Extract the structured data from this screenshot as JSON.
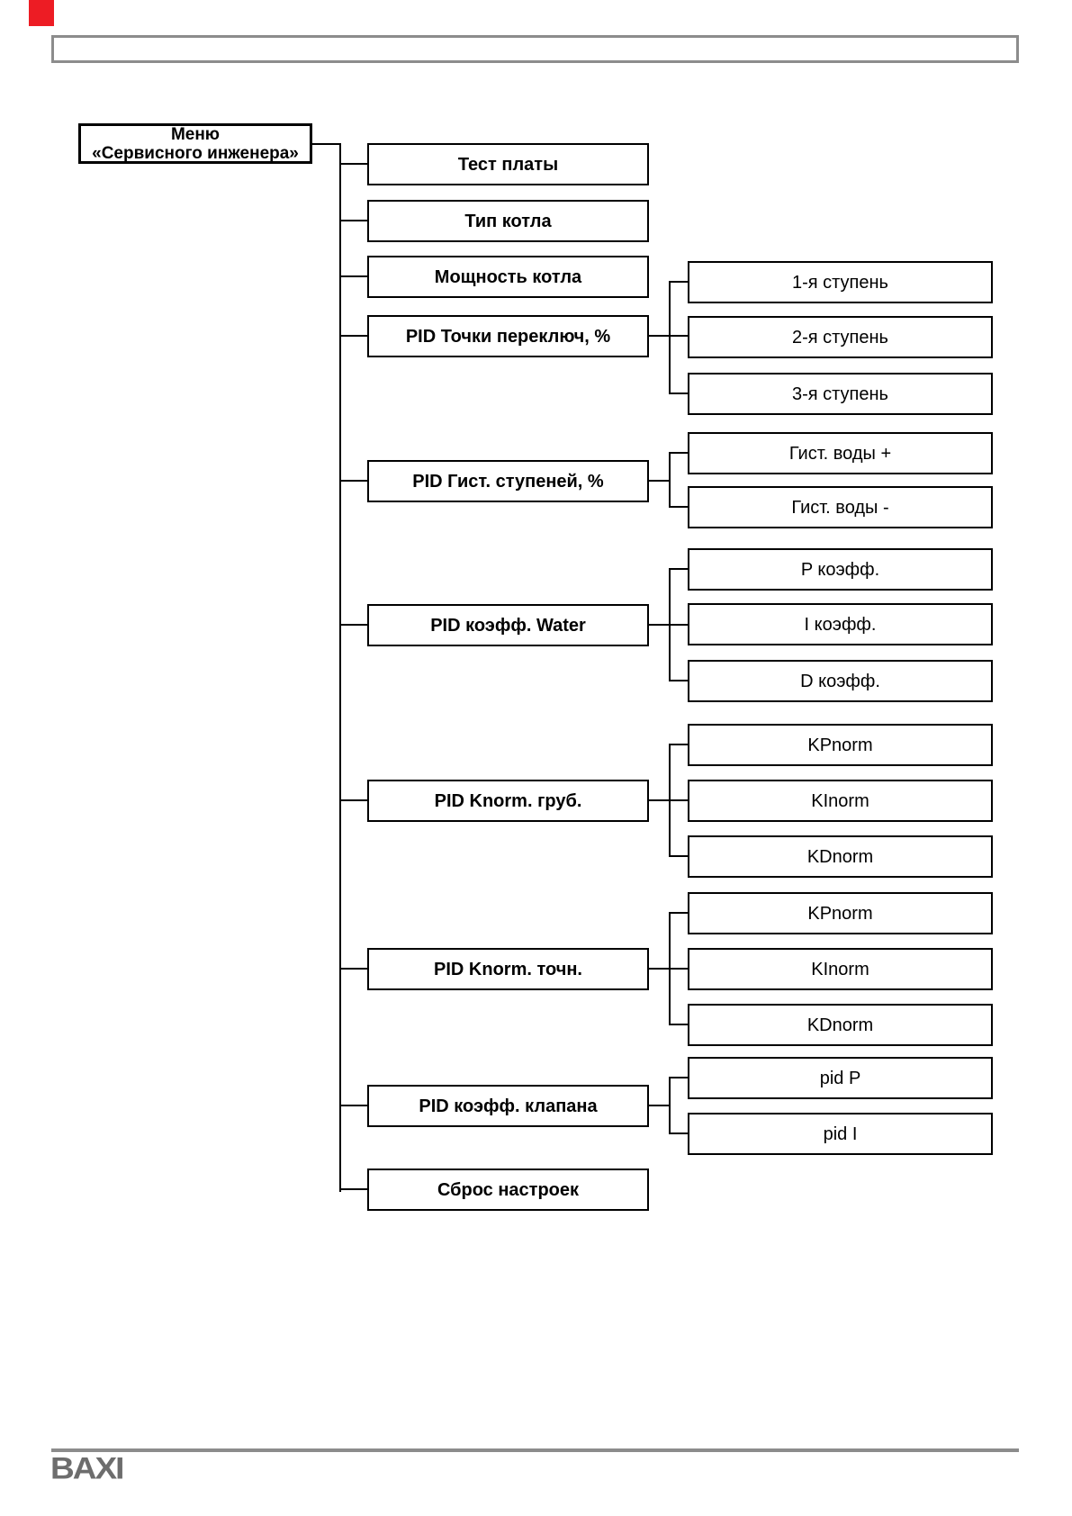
{
  "page": {
    "header_box_text": "",
    "footer": {
      "logo_text": "BAXI"
    }
  },
  "colors": {
    "background": "#ffffff",
    "box_border": "#000000",
    "text": "#000000",
    "frame_gray": "#8c8c8c",
    "logo_gray": "#6d6d6d",
    "marker_red": "#ed1c24"
  },
  "diagram": {
    "root": {
      "lines": [
        "Меню",
        "«Сервисного инженера»"
      ]
    },
    "menu_items": [
      {
        "label": "Тест платы",
        "children": []
      },
      {
        "label": "Тип котла",
        "children": []
      },
      {
        "label": "Мощность котла",
        "children": []
      },
      {
        "label": "PID Точки переключ, %",
        "children": [
          "1-я ступень",
          "2-я ступень",
          "3-я ступень"
        ]
      },
      {
        "label": "PID Гист. ступеней, %",
        "children": [
          "Гист. воды +",
          "Гист. воды -"
        ]
      },
      {
        "label": "PID коэфф. Water",
        "children": [
          "P коэфф.",
          "I коэфф.",
          "D коэфф."
        ]
      },
      {
        "label": "PID Knorm. груб.",
        "children": [
          "KPnorm",
          "KInorm",
          "KDnorm"
        ]
      },
      {
        "label": "PID Knorm. точн.",
        "children": [
          "KPnorm",
          "KInorm",
          "KDnorm"
        ]
      },
      {
        "label": "PID коэфф. клапана",
        "children": [
          "pid P",
          "pid I"
        ]
      },
      {
        "label": "Сброс настроек",
        "children": []
      }
    ]
  }
}
